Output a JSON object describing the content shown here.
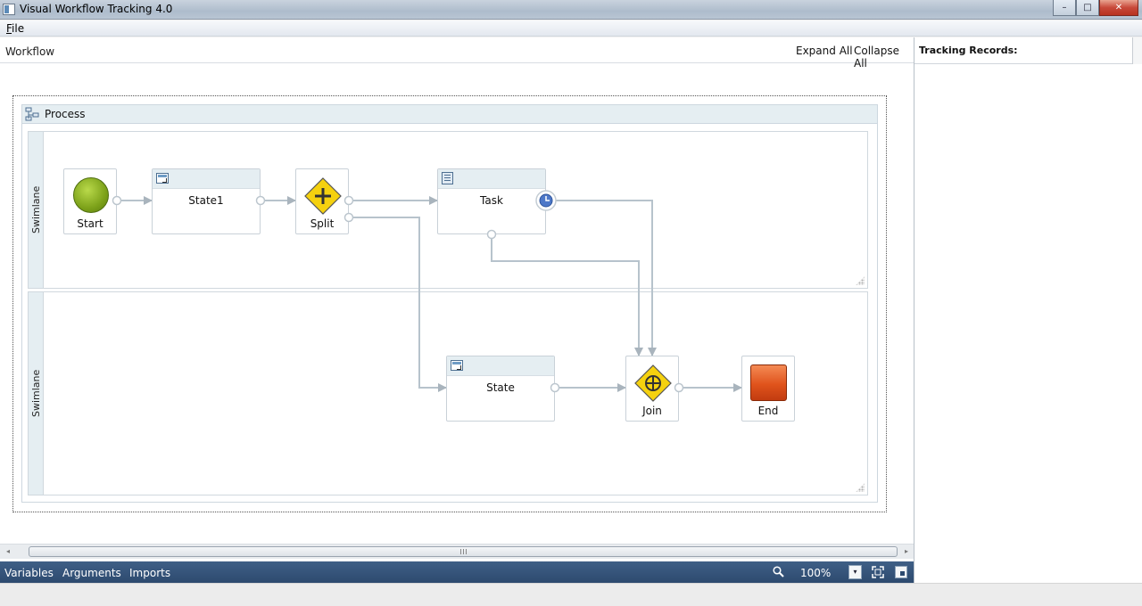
{
  "window": {
    "title": "Visual Workflow Tracking 4.0",
    "minimize": "–",
    "maximize": "□",
    "close": "✕"
  },
  "menu": {
    "file_hotkey": "F",
    "file_rest": "ile"
  },
  "designer": {
    "breadcrumb": "Workflow",
    "expand_all": "Expand All",
    "collapse_all": "Collapse All",
    "process_title": "Process",
    "lanes": [
      {
        "label": "Swimlane"
      },
      {
        "label": "Swimlane"
      }
    ],
    "nodes": {
      "start": "Start",
      "state1": "State1",
      "split": "Split",
      "task": "Task",
      "state": "State",
      "join": "Join",
      "end": "End"
    }
  },
  "bottom_bar": {
    "variables": "Variables",
    "arguments": "Arguments",
    "imports": "Imports",
    "zoom": "100%",
    "dropdown_glyph": "▾"
  },
  "scroll": {
    "left_arrow": "◂",
    "right_arrow": "▸"
  },
  "tracking": {
    "title": "Tracking Records:"
  },
  "colors": {
    "accent": "#2d4a6f",
    "header_tint": "#e5eef2",
    "connector": "#b7c3cc",
    "gateway_yellow": "#f5d10f",
    "start_green": "#7da21a",
    "end_orange": "#e0531c"
  },
  "icons": [
    "app-icon",
    "process-icon",
    "state-icon",
    "task-icon",
    "timer-icon",
    "plus-gateway-icon",
    "join-gateway-icon",
    "zoom-icon",
    "fit-to-screen-icon",
    "overview-icon",
    "resize-grip-icon"
  ]
}
